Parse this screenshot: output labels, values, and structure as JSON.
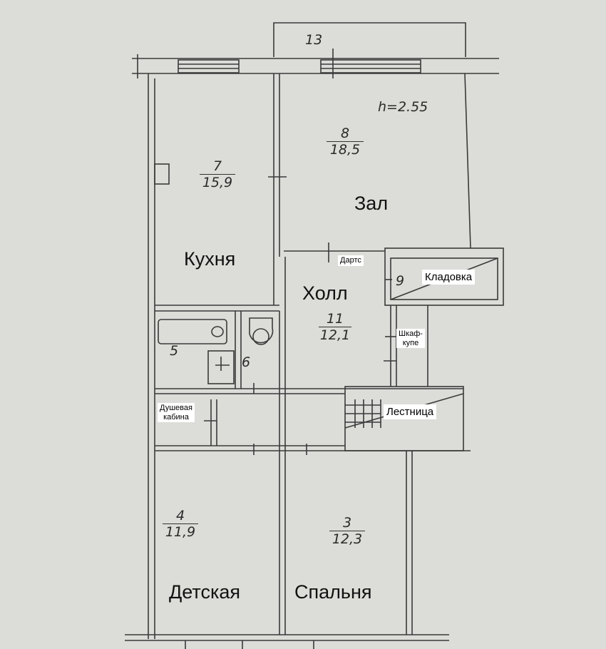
{
  "header": {
    "dimension": "13",
    "ceiling": "h=2.55"
  },
  "rooms": {
    "kitchen": {
      "num": "7",
      "area": "15,9",
      "name": "Кухня"
    },
    "hall": {
      "num": "8",
      "area": "18,5",
      "name": "Зал"
    },
    "lobby": {
      "num": "11",
      "area": "12,1",
      "name": "Холл"
    },
    "storage": {
      "num": "9",
      "name": "Кладовка"
    },
    "bath": {
      "num": "5"
    },
    "wc": {
      "num": "6"
    },
    "nursery": {
      "num": "4",
      "area": "11,9",
      "name": "Детская"
    },
    "bedroom": {
      "num": "3",
      "area": "12,3",
      "name": "Спальня"
    }
  },
  "tags": {
    "darts": "Дартс",
    "wardrobe_line1": "Шкаф-",
    "wardrobe_line2": "купе",
    "shower_line1": "Душевая",
    "shower_line2": "кабина",
    "stairs": "Лестница"
  }
}
